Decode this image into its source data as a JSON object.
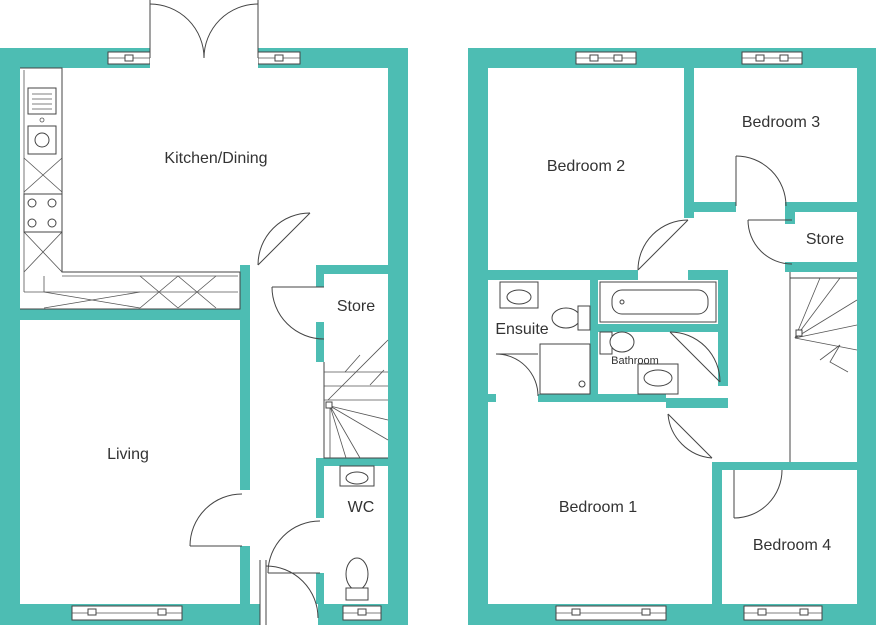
{
  "ground_floor": {
    "rooms": {
      "kitchen": "Kitchen/Dining",
      "living": "Living",
      "store": "Store",
      "wc": "WC"
    }
  },
  "first_floor": {
    "rooms": {
      "bedroom1": "Bedroom 1",
      "bedroom2": "Bedroom 2",
      "bedroom3": "Bedroom 3",
      "bedroom4": "Bedroom 4",
      "store": "Store",
      "ensuite": "Ensuite",
      "bathroom": "Bathroom"
    }
  },
  "colors": {
    "wall": "#4dbdb3",
    "line": "#444444"
  }
}
